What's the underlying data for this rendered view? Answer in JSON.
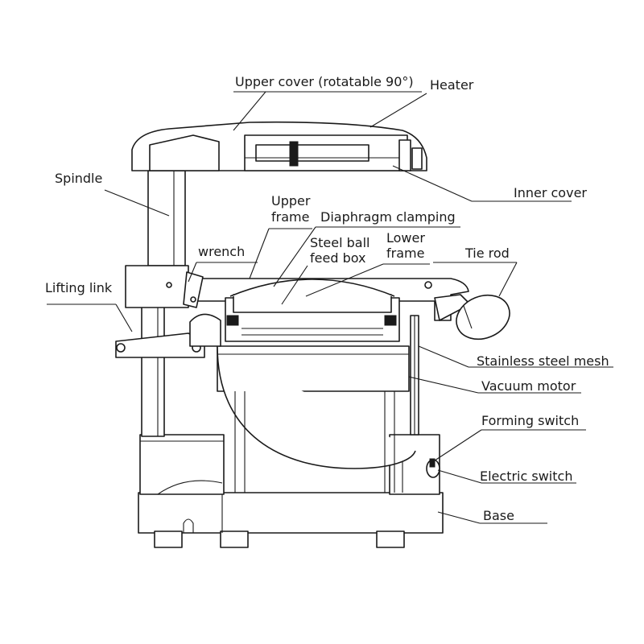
{
  "labels": {
    "upper_cover": "Upper cover (rotatable 90°)",
    "heater": "Heater",
    "spindle": "Spindle",
    "inner_cover": "Inner cover",
    "upper_frame_1": "Upper",
    "upper_frame_2": "frame",
    "diaphragm_clamping": "Diaphragm clamping",
    "steel_ball_1": "Steel ball",
    "steel_ball_2": "feed box",
    "lower_frame_1": "Lower",
    "lower_frame_2": "frame",
    "wrench": "wrench",
    "tie_rod": "Tie rod",
    "lifting_link": "Lifting link",
    "stainless_steel_mesh": "Stainless steel mesh",
    "vacuum_motor": "Vacuum motor",
    "forming_switch": "Forming switch",
    "electric_switch": "Electric switch",
    "base": "Base"
  }
}
